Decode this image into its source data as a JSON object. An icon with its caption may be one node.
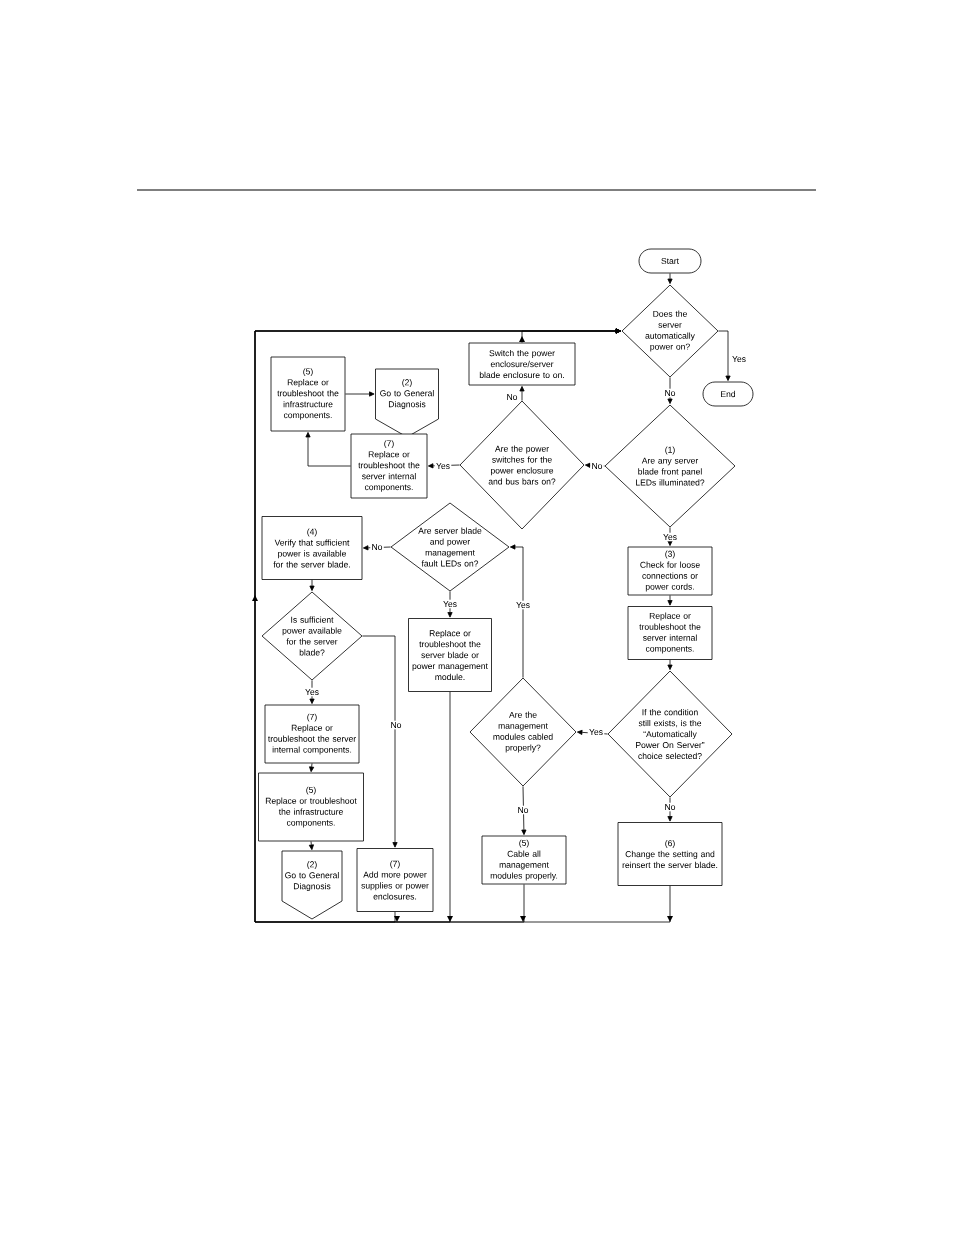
{
  "diagram": {
    "nodes": [
      {
        "text": [
          "Start"
        ]
      },
      {
        "text": [
          "Does the server automatically power on?"
        ]
      },
      {
        "text": [
          "End"
        ]
      },
      {
        "text": [
          "Switch the power enclosure/server blade enclosure to on."
        ]
      },
      {
        "text": [
          "(5)",
          "Replace or troubleshoot the infrastructure components."
        ]
      },
      {
        "text": [
          "(2)",
          "Go to General Diagnosis"
        ]
      },
      {
        "text": [
          "(7)",
          "Replace or troubleshoot the server internal components."
        ]
      },
      {
        "text": [
          "Are the power switches for the power enclosure and bus bars on?"
        ]
      },
      {
        "text": [
          "(1)",
          "Are any server blade front panel LEDs illuminated?"
        ]
      },
      {
        "text": [
          "(4)",
          "Verify that sufficient power is available for the server blade."
        ]
      },
      {
        "text": [
          "Are server blade and power management fault LEDs on?"
        ]
      },
      {
        "text": [
          "(3)",
          "Check for loose connections or power cords."
        ]
      },
      {
        "text": [
          "Is sufficient power available for the server blade?"
        ]
      },
      {
        "text": [
          "Replace or troubleshoot the server blade or power management module."
        ]
      },
      {
        "text": [
          "Replace or troubleshoot the server internal components."
        ]
      },
      {
        "text": [
          "Are the management modules cabled properly?"
        ]
      },
      {
        "text": [
          "If the condition still exists, is the “Automatically Power On Server” choice selected?"
        ]
      },
      {
        "text": [
          "(7)",
          "Replace or troubleshoot the server internal components."
        ]
      },
      {
        "text": [
          "(5)",
          "Replace or troubleshoot the infrastructure components."
        ]
      },
      {
        "text": [
          "(2)",
          "Go to General Diagnosis"
        ]
      },
      {
        "text": [
          "(7)",
          "Add more power supplies or power enclosures."
        ]
      },
      {
        "text": [
          "(5)",
          "Cable all management modules properly."
        ]
      },
      {
        "text": [
          "(6)",
          "Change the setting and reinsert the server blade."
        ]
      }
    ],
    "edges": [
      {
        "from": 0,
        "to": 1,
        "arrow": "to"
      },
      {
        "from": 1,
        "to": 2,
        "arrow": "to",
        "label": "Yes"
      },
      {
        "from": 1,
        "to": 8,
        "arrow": "to",
        "label": "No"
      },
      {
        "from": 8,
        "to": 7,
        "arrow": "to",
        "label": "No"
      },
      {
        "from": 8,
        "to": 11,
        "arrow": "to",
        "label": "Yes"
      },
      {
        "from": 7,
        "to": 3,
        "arrow": "to",
        "label": "No"
      },
      {
        "from": 3,
        "to": 1,
        "arrow": "to"
      },
      {
        "from": 7,
        "to": 6,
        "arrow": "to",
        "label": "Yes"
      },
      {
        "from": 6,
        "to": 4,
        "arrow": "to"
      },
      {
        "from": 4,
        "to": 5,
        "arrow": "to"
      },
      {
        "from": 11,
        "to": 14,
        "arrow": "to"
      },
      {
        "from": 14,
        "to": 16,
        "arrow": "to"
      },
      {
        "from": 16,
        "to": 15,
        "arrow": "to",
        "label": "Yes"
      },
      {
        "from": 16,
        "to": 22,
        "arrow": "to",
        "label": "No"
      },
      {
        "from": 15,
        "to": 10,
        "arrow": "to",
        "label": "Yes"
      },
      {
        "from": 15,
        "to": 21,
        "arrow": "to",
        "label": "No"
      },
      {
        "from": 10,
        "to": 9,
        "arrow": "to",
        "label": "No"
      },
      {
        "from": 10,
        "to": 13,
        "arrow": "to",
        "label": "Yes"
      },
      {
        "from": 9,
        "to": 12,
        "arrow": "to"
      },
      {
        "from": 12,
        "to": 17,
        "arrow": "to",
        "label": "Yes"
      },
      {
        "from": 12,
        "to": 20,
        "arrow": "to",
        "label": "No"
      },
      {
        "from": 17,
        "to": 18,
        "arrow": "to"
      },
      {
        "from": 18,
        "to": 19,
        "arrow": "to"
      },
      {
        "from": 20,
        "to": 1,
        "arrow": "to"
      },
      {
        "from": 13,
        "to": 1,
        "arrow": "to"
      },
      {
        "from": 21,
        "to": 1,
        "arrow": "to"
      },
      {
        "from": 22,
        "to": 1,
        "arrow": "to"
      }
    ]
  }
}
